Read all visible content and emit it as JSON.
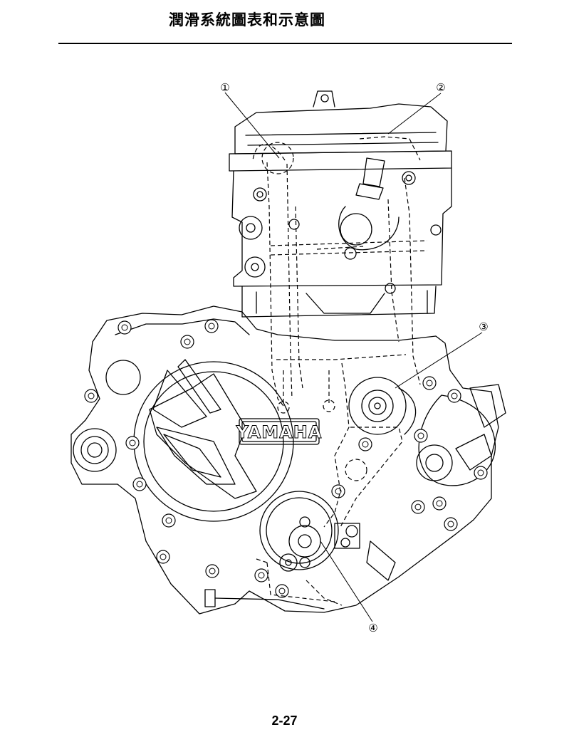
{
  "header": {
    "title": "潤滑系統圖表和示意圖"
  },
  "figure": {
    "brand_logo_text": "YAMAHA",
    "callouts": [
      "①",
      "②",
      "③",
      "④"
    ]
  },
  "footer": {
    "page_number": "2-27"
  }
}
